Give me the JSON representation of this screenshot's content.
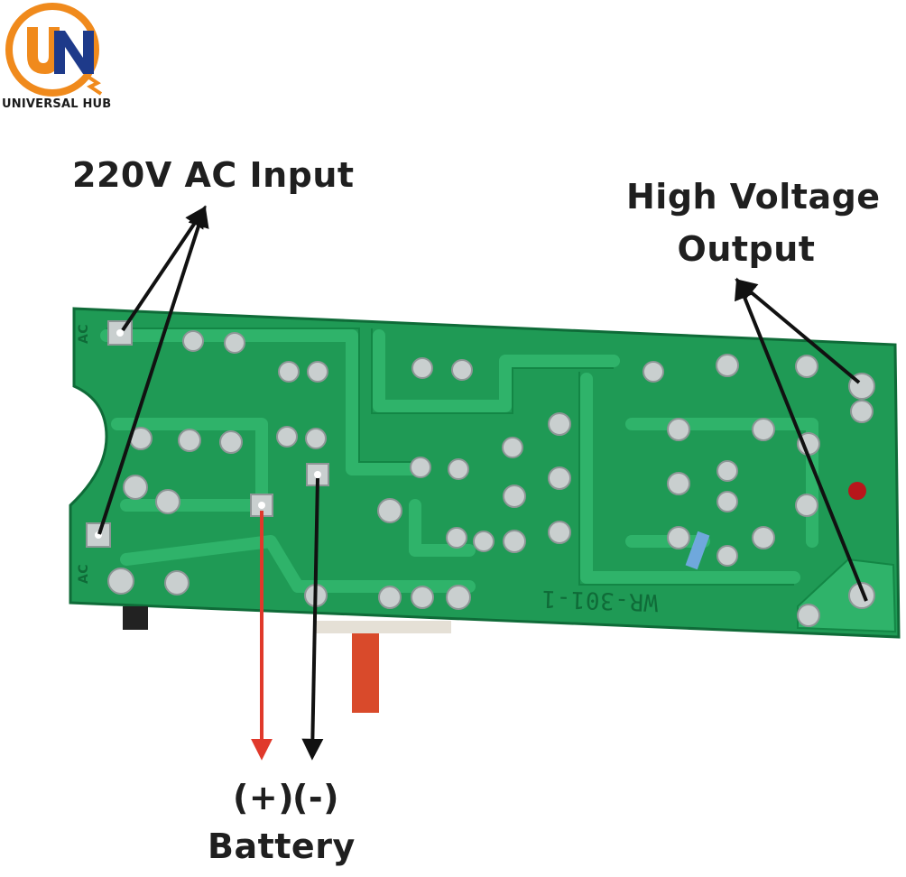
{
  "brand": {
    "logo_text": "UNIVERSAL HUB",
    "colors": {
      "orange": "#f08a1c",
      "blue": "#1e3a8a"
    }
  },
  "labels": {
    "ac_input": "220V AC Input",
    "hv_output_line1": "High Voltage",
    "hv_output_line2": "Output",
    "plus": "(+)",
    "minus": "(-)",
    "battery": "Battery"
  },
  "board": {
    "silkscreen_model": "WR-301-1",
    "silkscreen_ac": "AC",
    "colors": {
      "pcb": "#1f9a55",
      "trace": "#2fb36a",
      "solder": "#c9cfcf",
      "red_wire": "#d94a2b"
    }
  },
  "arrows": {
    "positive_color": "#e0392b",
    "negative_color": "#111111",
    "pointer_color": "#111111"
  }
}
